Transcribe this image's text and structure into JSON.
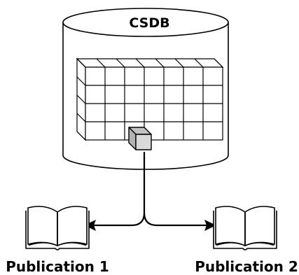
{
  "database": {
    "label": "CSDB"
  },
  "publications": [
    {
      "label": "Publication 1"
    },
    {
      "label": "Publication 2"
    }
  ],
  "colors": {
    "stroke": "#000000",
    "background": "#ffffff",
    "highlighted_cube": "#d9d9d9"
  },
  "icons": {
    "database": "cylinder",
    "data_module_grid": "cube-grid",
    "selected_data_module": "cube",
    "publication": "open-book"
  }
}
